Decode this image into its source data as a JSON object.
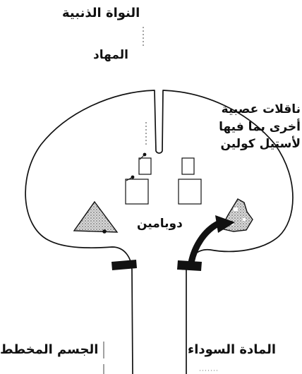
{
  "labels": {
    "caudate_nucleus": "النواة الذنبية",
    "crib": "المهاد",
    "other_neurotransmitters": [
      "ناقلات عصبية",
      "أخرى بما فيها",
      "لأستيل كولين"
    ],
    "dopamine": "دوبامين",
    "striatum": "الجسم المخطط",
    "substantia_nigra": "المادة السوداء"
  }
}
